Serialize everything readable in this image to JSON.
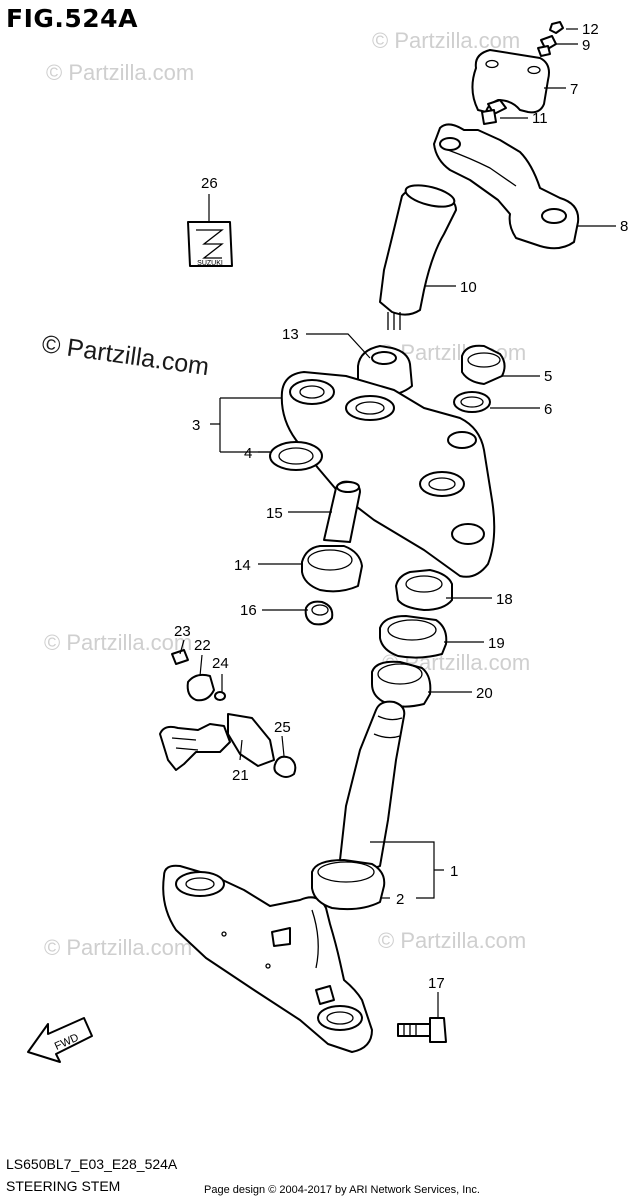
{
  "figure": {
    "title": "FIG.524A",
    "code": "LS650BL7_E03_E28_524A",
    "caption": "STEERING STEM"
  },
  "credit": "Page design © 2004-2017 by ARI Network Services, Inc.",
  "watermark": {
    "text": "© Partzilla.com"
  },
  "logo": {
    "text": "SUZUKI"
  },
  "fwd": {
    "text": "FWD"
  },
  "callouts": [
    {
      "id": "c1",
      "number": "1"
    },
    {
      "id": "c2",
      "number": "2"
    },
    {
      "id": "c3",
      "number": "3"
    },
    {
      "id": "c4",
      "number": "4"
    },
    {
      "id": "c5",
      "number": "5"
    },
    {
      "id": "c6",
      "number": "6"
    },
    {
      "id": "c7",
      "number": "7"
    },
    {
      "id": "c8",
      "number": "8"
    },
    {
      "id": "c9",
      "number": "9"
    },
    {
      "id": "c10",
      "number": "10"
    },
    {
      "id": "c11",
      "number": "11"
    },
    {
      "id": "c12",
      "number": "12"
    },
    {
      "id": "c13",
      "number": "13"
    },
    {
      "id": "c14",
      "number": "14"
    },
    {
      "id": "c15",
      "number": "15"
    },
    {
      "id": "c16",
      "number": "16"
    },
    {
      "id": "c17",
      "number": "17"
    },
    {
      "id": "c18",
      "number": "18"
    },
    {
      "id": "c19",
      "number": "19"
    },
    {
      "id": "c20",
      "number": "20"
    },
    {
      "id": "c21",
      "number": "21"
    },
    {
      "id": "c22",
      "number": "22"
    },
    {
      "id": "c23",
      "number": "23"
    },
    {
      "id": "c24",
      "number": "24"
    },
    {
      "id": "c25",
      "number": "25"
    },
    {
      "id": "c26",
      "number": "26"
    }
  ]
}
